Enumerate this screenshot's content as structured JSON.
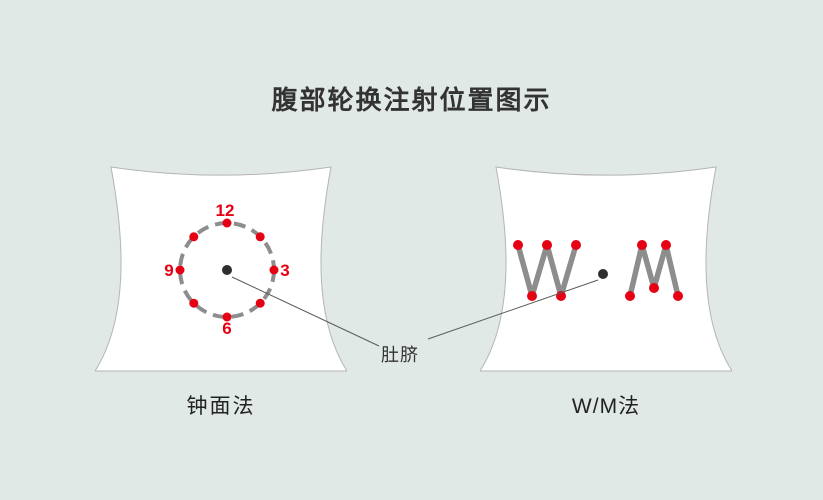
{
  "title": "腹部轮换注射位置图示",
  "left_panel": {
    "label": "钟面法",
    "clock": {
      "n12": "12",
      "n3": "3",
      "n6": "6",
      "n9": "9"
    }
  },
  "right_panel": {
    "label": "W/M法"
  },
  "navel_label": "肚脐",
  "colors": {
    "bg": "#e0e9e5",
    "shape-fill": "#ffffff",
    "shape-stroke": "#b5b5b5",
    "red": "#e60014",
    "gray-line": "#8d8d8d",
    "dark": "#333333",
    "black-dot": "#2e2e2e",
    "pointer": "#5a5a5a"
  }
}
